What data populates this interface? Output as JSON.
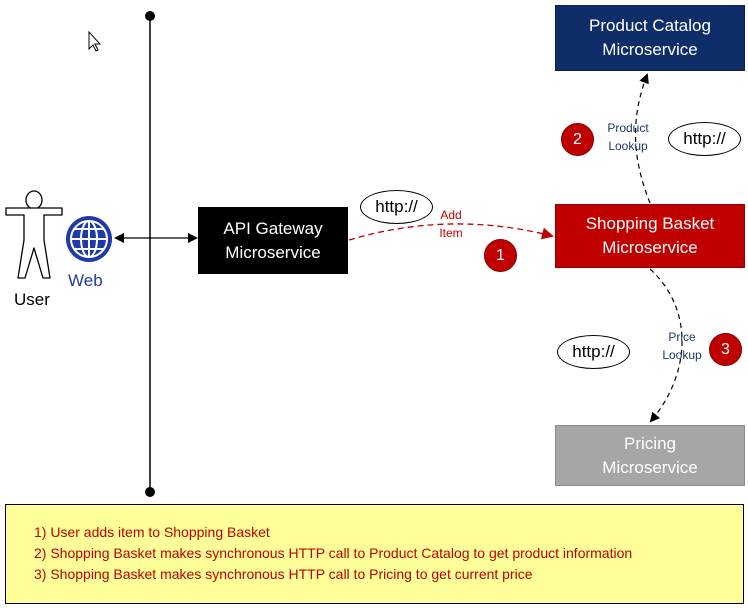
{
  "actors": {
    "user_label": "User",
    "web_label": "Web"
  },
  "services": {
    "catalog": {
      "line1": "Product Catalog",
      "line2": "Microservice"
    },
    "gateway": {
      "line1": "API Gateway",
      "line2": "Microservice"
    },
    "basket": {
      "line1": "Shopping Basket",
      "line2": "Microservice"
    },
    "pricing": {
      "line1": "Pricing",
      "line2": "Microservice"
    }
  },
  "protocol_label": "http://",
  "flows": [
    {
      "step": "1",
      "label_line1": "Add",
      "label_line2": "Item"
    },
    {
      "step": "2",
      "label_line1": "Product",
      "label_line2": "Lookup"
    },
    {
      "step": "3",
      "label_line1": "Price",
      "label_line2": "Lookup"
    }
  ],
  "notes": [
    "1) User adds item to Shopping Basket",
    "2) Shopping Basket makes synchronous HTTP call to Product Catalog to get product information",
    "3) Shopping Basket makes synchronous HTTP call to Pricing to get current price"
  ],
  "colors": {
    "catalog": "#0f2d69",
    "gateway": "#000000",
    "basket": "#c00000",
    "pricing": "#a6a6a6",
    "notes_background": "#ffff99",
    "notes_text": "#c00000",
    "badge": "#c00000",
    "globe": "#1f3ba7"
  },
  "icons": [
    "mouse-cursor-icon",
    "user-figure-icon",
    "globe-icon"
  ]
}
